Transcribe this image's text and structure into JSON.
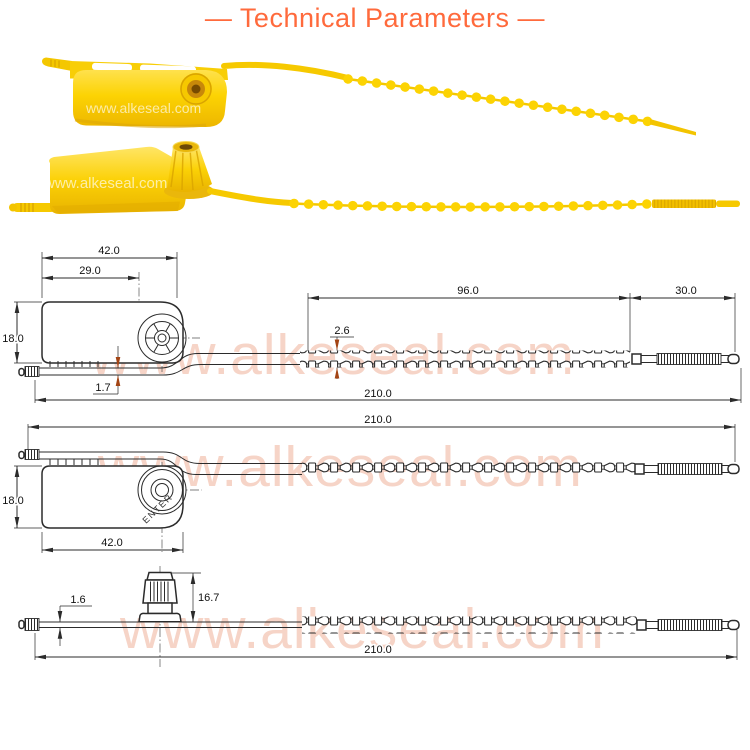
{
  "title": "— Technical Parameters —",
  "watermark": "www.alkeseal.com",
  "drawing_top_view": {
    "body_width_mm": "42.0",
    "hole_center_mm": "29.0",
    "body_height_mm": "18.0",
    "strap_thickness_mm": "1.7",
    "beaded_length_mm": "96.0",
    "grip_length_mm": "30.0",
    "bead_pitch_mm": "2.6",
    "total_length_mm": "210.0"
  },
  "drawing_bottom_view": {
    "total_length_mm": "210.0",
    "body_height_mm": "18.0",
    "body_width_mm": "42.0",
    "lock_text": "ENTER"
  },
  "drawing_side_view": {
    "strap_thickness_mm": "1.6",
    "lock_height_mm": "16.7",
    "total_length_mm": "210.0"
  },
  "colors": {
    "accent": "#ff6a3c",
    "seal_yellow": "#fcd303",
    "line": "#2b2b2b",
    "watermark_pink": "#e98f6d"
  }
}
